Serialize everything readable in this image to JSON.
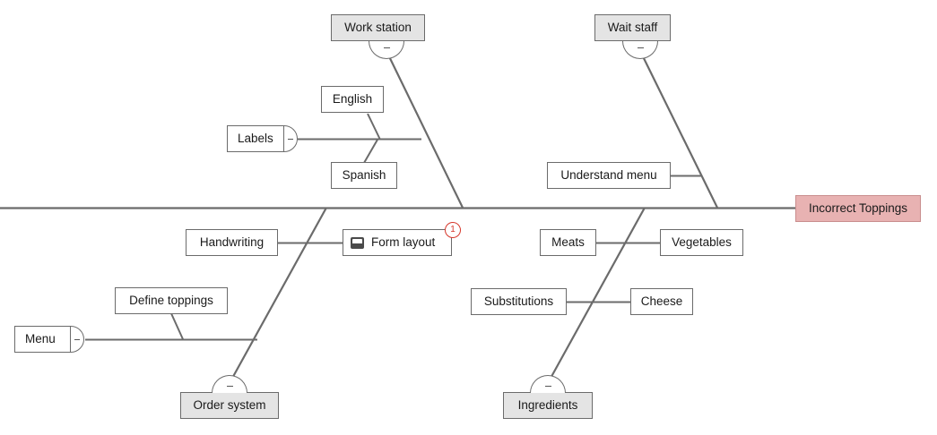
{
  "diagram": {
    "type": "fishbone",
    "effect": {
      "label": "Incorrect Toppings",
      "color": "#e8b2b2"
    },
    "categories": [
      {
        "label": "Work station",
        "position": "top-left",
        "collapse": "−"
      },
      {
        "label": "Wait staff",
        "position": "top-right",
        "collapse": "−"
      },
      {
        "label": "Order system",
        "position": "bottom-left",
        "collapse": "−"
      },
      {
        "label": "Ingredients",
        "position": "bottom-right",
        "collapse": "−"
      }
    ],
    "roots": [
      {
        "label": "Labels",
        "collapse": "−"
      },
      {
        "label": "Menu",
        "collapse": "−"
      }
    ],
    "causes": [
      {
        "label": "English"
      },
      {
        "label": "Spanish"
      },
      {
        "label": "Understand menu"
      },
      {
        "label": "Handwriting"
      },
      {
        "label": "Form layout",
        "icon": "note-icon",
        "badge": "1",
        "badge_color": "#d6372b"
      },
      {
        "label": "Define toppings"
      },
      {
        "label": "Meats"
      },
      {
        "label": "Vegetables"
      },
      {
        "label": "Substitutions"
      },
      {
        "label": "Cheese"
      }
    ],
    "line_color": "#6b6b6b"
  }
}
